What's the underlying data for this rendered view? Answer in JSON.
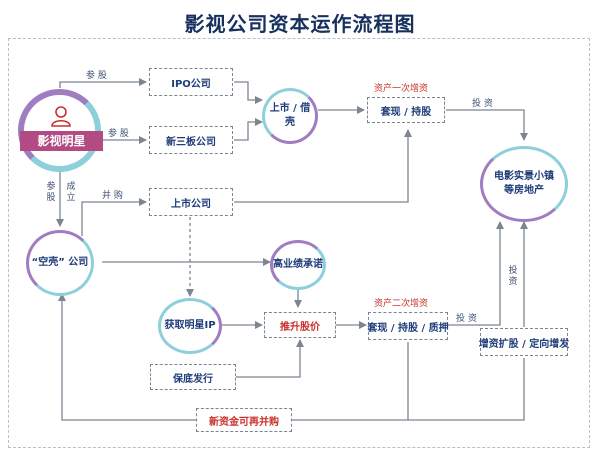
{
  "title": "影视公司资本运作流程图",
  "nodes": {
    "star_company": "影视明星",
    "ipo": "IPO公司",
    "neeq": "新三板公司",
    "listed_company": "上市公司",
    "shell": "“空壳” 公司",
    "ipo_or_backdoor": "上市 / 借壳",
    "cashout_1": "套现 / 持股",
    "real_estate": "电影实景小镇\n等房地产",
    "performance_promise": "高业绩承诺",
    "acquire_ip": "获取明星IP",
    "raise_price": "推升股价",
    "cashout_2": "套现 / 持股 / 质押",
    "guaranteed_issue": "保底发行",
    "capital_increase": "增资扩股 / 定向增发",
    "new_funds": "新资金可再并购"
  },
  "labels": {
    "invest_share_1": "参 股",
    "invest_share_2": "参 股",
    "invest_share_3": "参股",
    "establish": "成立",
    "merger": "并 购",
    "first_increase": "资产一次增资",
    "second_increase": "资产二次增资",
    "invest_1": "投 资",
    "invest_2": "投 资",
    "invest_3": "投资"
  },
  "colors": {
    "title": "#17305e",
    "node_text": "#1f3d7a",
    "accent_red": "#c8322b",
    "ring_teal": "#8dcfda",
    "ring_purple": "#a07cc0",
    "star_band": "#b24a83",
    "arrow": "#7d8591"
  },
  "icons": {
    "star_avatar": "person-icon"
  }
}
